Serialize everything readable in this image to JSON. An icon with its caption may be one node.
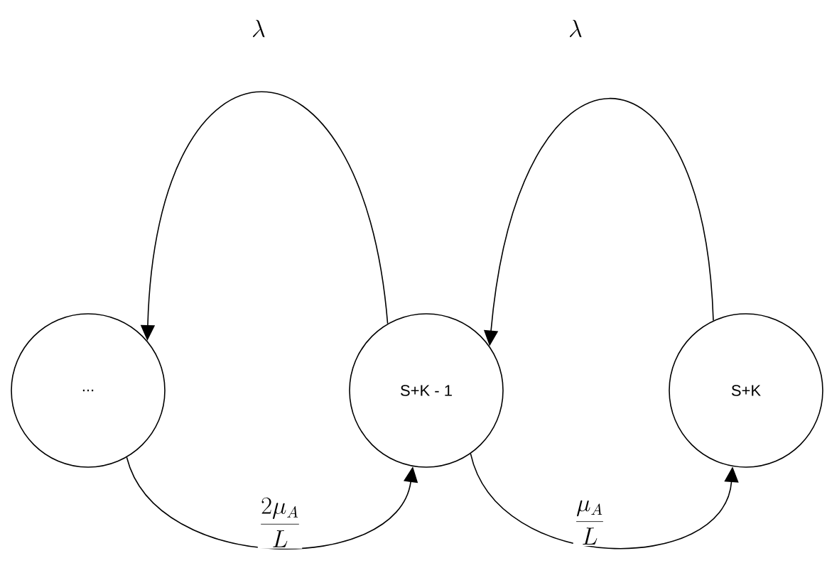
{
  "diagram": {
    "nodes": [
      {
        "text": [
          "..."
        ]
      },
      {
        "text": [
          "S+K - 1"
        ]
      },
      {
        "text": [
          "S+K"
        ]
      }
    ],
    "edges": [
      {
        "from": 1,
        "to": 0,
        "arrow": "to",
        "label": "\\lambda"
      },
      {
        "from": 2,
        "to": 1,
        "arrow": "to",
        "label": "\\lambda"
      },
      {
        "from": 0,
        "to": 1,
        "arrow": "to",
        "label": "\\frac{2\\mu_A}{L}"
      },
      {
        "from": 1,
        "to": 2,
        "arrow": "to",
        "label": "\\frac{\\mu_A}{L}"
      }
    ]
  }
}
